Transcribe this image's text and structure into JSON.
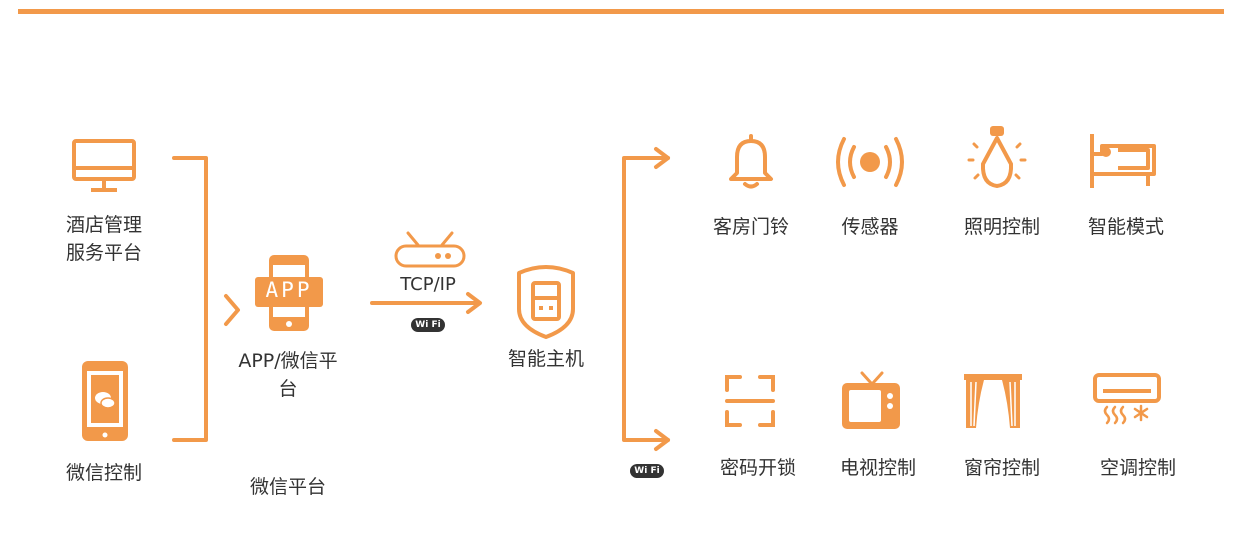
{
  "colors": {
    "accent": "#F2994A",
    "text": "#333333"
  },
  "sources": [
    {
      "line1": "酒店管理",
      "line2": "服务平台",
      "icon": "monitor-icon"
    },
    {
      "label": "微信控制",
      "icon": "smartphone-wechat-icon"
    }
  ],
  "app_node": {
    "icon_text": "APP",
    "line1": "APP/微信平",
    "line2": "台"
  },
  "wechat_platform_label": "微信平台",
  "link": {
    "protocol": "TCP/IP",
    "wifi_badge": "Wi Fi",
    "icon": "router-icon"
  },
  "host": {
    "label": "智能主机",
    "icon": "smart-host-icon"
  },
  "wifi_badge_bottom": "Wi Fi",
  "devices_row1": [
    {
      "label": "客房门铃",
      "icon": "bell-icon"
    },
    {
      "label": "传感器",
      "icon": "sensor-icon"
    },
    {
      "label": "照明控制",
      "icon": "light-bulb-icon"
    },
    {
      "label": "智能模式",
      "icon": "bed-icon"
    }
  ],
  "devices_row2": [
    {
      "label": "密码开锁",
      "icon": "scan-lock-icon"
    },
    {
      "label": "电视控制",
      "icon": "tv-icon"
    },
    {
      "label": "窗帘控制",
      "icon": "curtain-icon"
    },
    {
      "label": "空调控制",
      "icon": "air-conditioner-icon"
    }
  ]
}
